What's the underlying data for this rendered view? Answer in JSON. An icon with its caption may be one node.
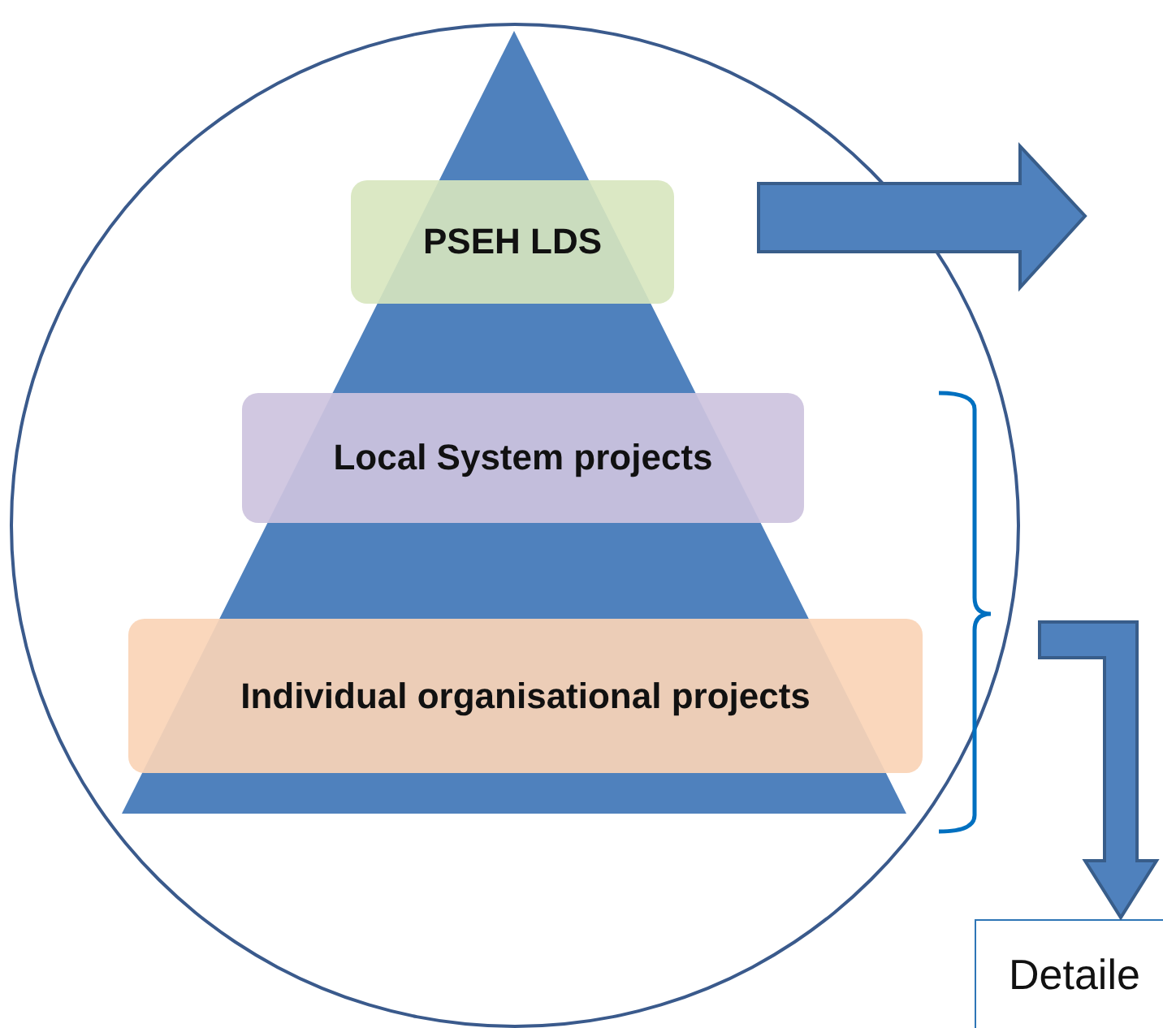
{
  "diagram": {
    "nodes": [
      {
        "text": [],
        "shape": "circle"
      },
      {
        "text": [
          "PSEH LDS"
        ],
        "in": 0
      },
      {
        "text": [
          "Local System projects"
        ],
        "in": 0
      },
      {
        "text": [
          "Individual organisational projects"
        ],
        "in": 0
      },
      {
        "text": [
          "Detaile"
        ]
      }
    ],
    "edges": [
      {
        "from": null,
        "to": 4,
        "arrow": "to"
      }
    ]
  }
}
